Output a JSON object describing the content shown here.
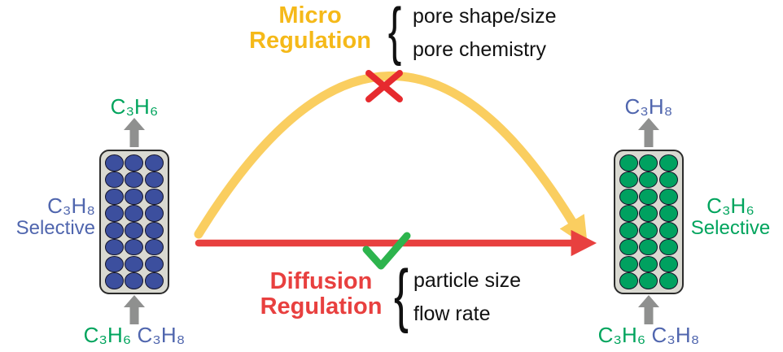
{
  "colors": {
    "yellow_heading": "#F5B919",
    "yellow_arrow": "#FACE60",
    "red": "#E8403F",
    "red_x": "#E62A2E",
    "green_text": "#00A45D",
    "green_check": "#2DB44D",
    "blue_text": "#5066AE",
    "gray_arrow": "#8F908F",
    "bead_blue": "#3C4F9E",
    "bead_green": "#00A160"
  },
  "micro": {
    "title_line1": "Micro",
    "title_line2": "Regulation",
    "brace": "{",
    "items": [
      "pore shape/size",
      "pore chemistry"
    ]
  },
  "diffusion": {
    "title_line1": "Diffusion",
    "title_line2": "Regulation",
    "brace": "{",
    "items": [
      "particle size",
      "flow rate"
    ]
  },
  "left_column": {
    "product_label": "C₃H₆",
    "side_label_line1": "C₃H₈",
    "side_label_line2": "Selective",
    "feed_label_green": "C₃H₆",
    "feed_label_blue": "C₃H₈",
    "bead_rows": 8,
    "bead_cols": 3,
    "bead_color": "#3C4F9E"
  },
  "right_column": {
    "product_label": "C₃H₈",
    "side_label_line1": "C₃H₆",
    "side_label_line2": "Selective",
    "feed_label_green": "C₃H₆",
    "feed_label_blue": "C₃H₈",
    "bead_rows": 8,
    "bead_cols": 3,
    "bead_color": "#00A160"
  }
}
